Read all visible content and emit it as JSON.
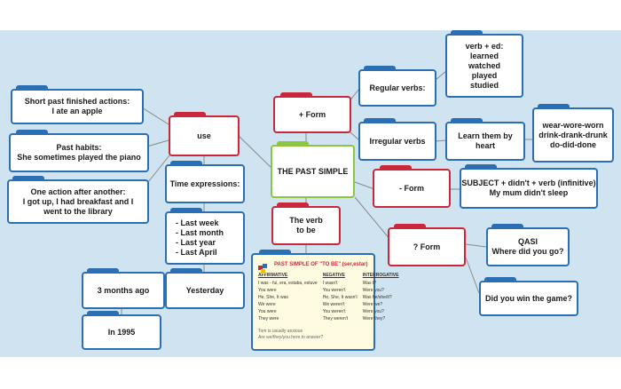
{
  "map": {
    "center": "THE PAST SIMPLE",
    "use": "use",
    "use_items": [
      "Short past finished actions:\nI ate an apple",
      "Past habits:\nShe sometimes played the piano",
      "One action after another:\nI got up, I had breakfast and I\nwent to the library"
    ],
    "time_expressions": "Time expressions:",
    "time_list": "- Last week\n- Last month\n- Last year\n- Last April",
    "yesterday": "Yesterday",
    "three_months": "3 months ago",
    "in_1995": "In 1995",
    "plus_form": "+ Form",
    "regular_verbs": "Regular verbs:",
    "regular_examples": "verb + ed:\nlearned\nwatched\nplayed\nstudied",
    "irregular_verbs": "Irregular verbs",
    "learn_them": "Learn them by\nheart",
    "irregular_examples": "wear-wore-worn\ndrink-drank-drunk\ndo-did-done",
    "minus_form": "- Form",
    "negative_rule": "SUBJECT + didn't + verb (infinitive)\nMy mum      didn't     sleep",
    "question_form": "? Form",
    "qasi": "QASI\nWhere did you go?",
    "did_you": "Did you win the game?",
    "verb_to_be": "The verb\nto be",
    "card": {
      "title": "PAST SIMPLE OF \"TO BE\" (ser,estar)",
      "col1_head": "AFFIRMATIVE",
      "col2_head": "NEGATIVE",
      "col3_head": "INTERROGATIVE",
      "col1": [
        "I was - fui, era, estaba, estuve",
        "You were",
        "He, She, It was",
        "We were",
        "You were",
        "They were"
      ],
      "col2": [
        "I wasn't",
        "You weren't",
        "He, She, It wasn't",
        "We weren't",
        "You weren't",
        "They weren't"
      ],
      "col3": [
        "Was I?",
        "Were you?",
        "Was he/she/it?",
        "Were we?",
        "Were you?",
        "Were they?"
      ],
      "note1": "Tom is usually anxious",
      "note2": "Are we/they/you here to answer?"
    }
  },
  "colors": {
    "blue": "#2a6fb4",
    "red": "#c8283a",
    "green": "#8cc63e",
    "background": "#cfe3f1"
  }
}
